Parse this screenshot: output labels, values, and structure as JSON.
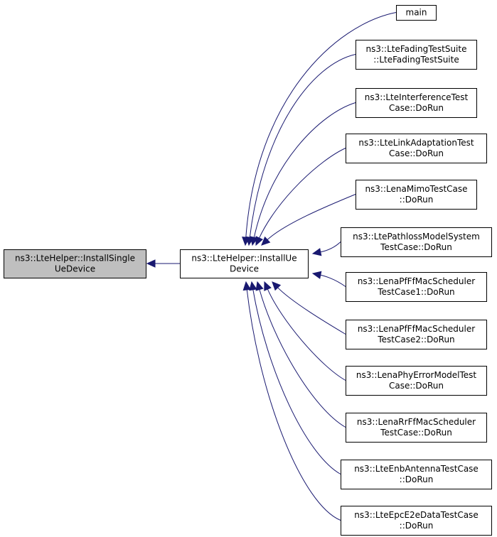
{
  "colors": {
    "edge": "#191970",
    "focus_fill": "#bfbfbf",
    "node_fill": "#ffffff",
    "node_stroke": "#000000"
  },
  "diagram": {
    "focus": {
      "id": "installsingle",
      "lines": [
        "ns3::LteHelper::InstallSingle",
        "UeDevice"
      ]
    },
    "hub": {
      "id": "installue",
      "lines": [
        "ns3::LteHelper::InstallUe",
        "Device"
      ]
    },
    "callers": [
      {
        "id": "main",
        "lines": [
          "main"
        ]
      },
      {
        "id": "fading",
        "lines": [
          "ns3::LteFadingTestSuite",
          "::LteFadingTestSuite"
        ]
      },
      {
        "id": "interference",
        "lines": [
          "ns3::LteInterferenceTest",
          "Case::DoRun"
        ]
      },
      {
        "id": "linkadapt",
        "lines": [
          "ns3::LteLinkAdaptationTest",
          "Case::DoRun"
        ]
      },
      {
        "id": "mimo",
        "lines": [
          "ns3::LenaMimoTestCase",
          "::DoRun"
        ]
      },
      {
        "id": "pathloss",
        "lines": [
          "ns3::LtePathlossModelSystem",
          "TestCase::DoRun"
        ]
      },
      {
        "id": "pfff1",
        "lines": [
          "ns3::LenaPfFfMacScheduler",
          "TestCase1::DoRun"
        ]
      },
      {
        "id": "pfff2",
        "lines": [
          "ns3::LenaPfFfMacScheduler",
          "TestCase2::DoRun"
        ]
      },
      {
        "id": "phyerror",
        "lines": [
          "ns3::LenaPhyErrorModelTest",
          "Case::DoRun"
        ]
      },
      {
        "id": "rrff",
        "lines": [
          "ns3::LenaRrFfMacScheduler",
          "TestCase::DoRun"
        ]
      },
      {
        "id": "enbantenna",
        "lines": [
          "ns3::LteEnbAntennaTestCase",
          "::DoRun"
        ]
      },
      {
        "id": "epce2e",
        "lines": [
          "ns3::LteEpcE2eDataTestCase",
          "::DoRun"
        ]
      }
    ]
  }
}
